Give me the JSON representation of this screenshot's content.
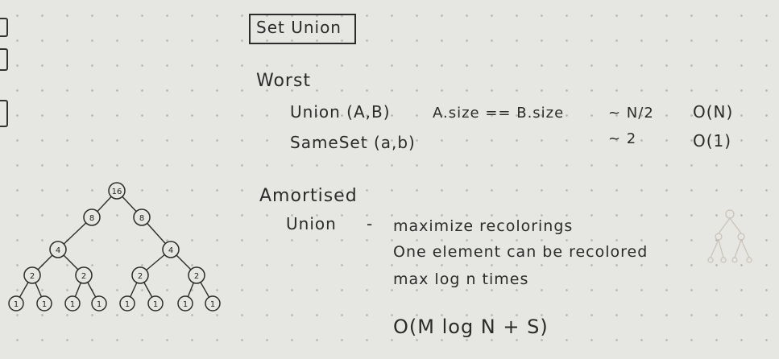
{
  "title": "Set Union",
  "worst": {
    "heading": "Worst",
    "union_label": "Union (A,B)",
    "union_condition": "A.size == B.size",
    "union_approx": "~ N/2",
    "union_complexity": "O(N)",
    "sameset_label": "SameSet (a,b)",
    "sameset_approx": "~ 2",
    "sameset_complexity": "O(1)"
  },
  "amortised": {
    "heading": "Amortised",
    "union_label": "Union",
    "dash": "-",
    "lines": [
      "maximize recolorings",
      "One element can be recolored",
      "max log n times"
    ],
    "formula": "O(M log N + S)"
  },
  "tree": {
    "root": "16",
    "level1": [
      "8",
      "8"
    ],
    "level2": [
      "4",
      "4"
    ],
    "level3": [
      "2",
      "2",
      "2",
      "2"
    ],
    "leaves": [
      "1",
      "1",
      "1",
      "1",
      "1",
      "1",
      "1",
      "1"
    ]
  }
}
